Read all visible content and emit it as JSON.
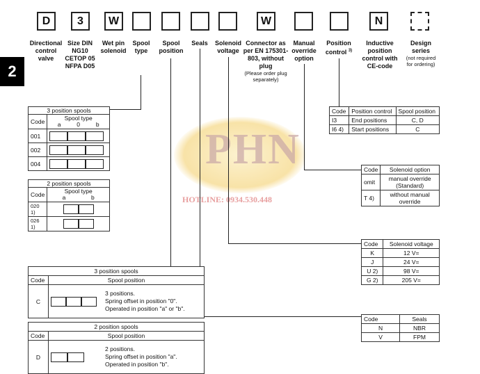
{
  "code_boxes": [
    "D",
    "3",
    "W",
    "",
    "",
    "",
    "",
    "W",
    "",
    "",
    "N",
    ""
  ],
  "headers": {
    "directional": "Directional control valve",
    "size": "Size DIN NG10 CETOP 05 NFPA D05",
    "wetpin": "Wet pin solenoid",
    "spooltype": "Spool type",
    "spoolpos": "Spool position",
    "seals": "Seals",
    "solvolt": "Solenoid voltage",
    "connector": "Connector as per EN 175301-803, without plug",
    "connector_note": "(Please order plug separately)",
    "manual": "Manual override option",
    "poscontrol": "Position control",
    "poscontrol_sup": "3)",
    "inductive": "Inductive position control with CE-code",
    "design": "Design series",
    "design_note": "(not required for ordering)"
  },
  "section_number": "2",
  "watermark": {
    "logo": "PHN",
    "hotline": "HOTLINE: 0934.530.448"
  },
  "spool3_table": {
    "title": "3 position spools",
    "col_code": "Code",
    "col_type": "Spool type",
    "sub": [
      "a",
      "0",
      "b"
    ],
    "rows": [
      "001",
      "002",
      "004"
    ]
  },
  "spool2_table": {
    "title": "2 position spools",
    "col_code": "Code",
    "col_type": "Spool type",
    "sub": [
      "a",
      "b"
    ],
    "rows": [
      "020 1)",
      "026 1)"
    ]
  },
  "poscontrol_table": {
    "headers": [
      "Code",
      "Position control",
      "Spool position"
    ],
    "rows": [
      [
        "I3",
        "End positions",
        "C, D"
      ],
      [
        "I6 4)",
        "Start positions",
        "C"
      ]
    ]
  },
  "manual_table": {
    "headers": [
      "Code",
      "Solenoid option"
    ],
    "rows": [
      [
        "omit",
        "manual override (Standard)"
      ],
      [
        "T 4)",
        "without manual override"
      ]
    ]
  },
  "voltage_table": {
    "headers": [
      "Code",
      "Solenoid voltage"
    ],
    "rows": [
      [
        "K",
        "12 V="
      ],
      [
        "J",
        "24 V="
      ],
      [
        "U 2)",
        "98 V="
      ],
      [
        "G 2)",
        "205 V="
      ]
    ]
  },
  "seals_table": {
    "headers": [
      "Code",
      "Seals"
    ],
    "rows": [
      [
        "N",
        "NBR"
      ],
      [
        "V",
        "FPM"
      ]
    ]
  },
  "spoolpos3": {
    "title": "3 position spools",
    "col_code": "Code",
    "col_pos": "Spool position",
    "code": "C",
    "desc1": "3 positions.",
    "desc2": "Spring offset in position \"0\".",
    "desc3": "Operated in position \"a\" or \"b\"."
  },
  "spoolpos2": {
    "title": "2 position spools",
    "col_code": "Code",
    "col_pos": "Spool position",
    "code": "D",
    "desc1": "2 positions.",
    "desc2": "Spring offset in position \"a\".",
    "desc3": "Operated in position \"b\"."
  }
}
